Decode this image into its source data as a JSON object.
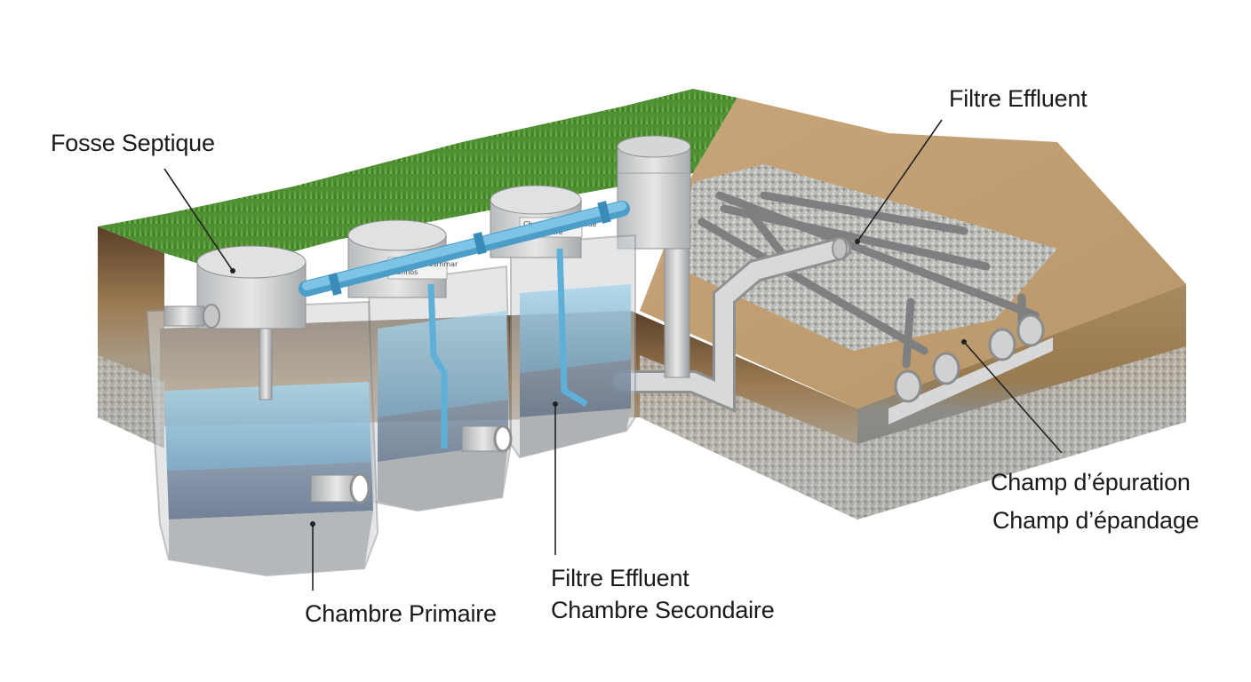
{
  "labels": {
    "fosse_septique": "Fosse Septique",
    "filtre_effluent_top": "Filtre Effluent",
    "chambre_primaire": "Chambre Primaire",
    "filtre_effluent_bottom": "Filtre Effluent",
    "chambre_secondaire": "Chambre Secondaire",
    "champ_epuration": "Champ d’épuration",
    "champ_epandage": "Champ d’épandage"
  },
  "tank_tags": {
    "middle_line1": "Chamba Cosmmar",
    "middle_line2": "Eunnos",
    "right_line1": "Chamba Equaurtaue",
    "right_line2": "Secondaire"
  },
  "colors": {
    "grass": "#5a9a3a",
    "soil": "#8a6a44",
    "gravel": "#b8b8b4",
    "tank_water": "#7ab7d3",
    "pipe_blue": "#5fb0d8",
    "pipe_gray": "#c9cbcc"
  }
}
